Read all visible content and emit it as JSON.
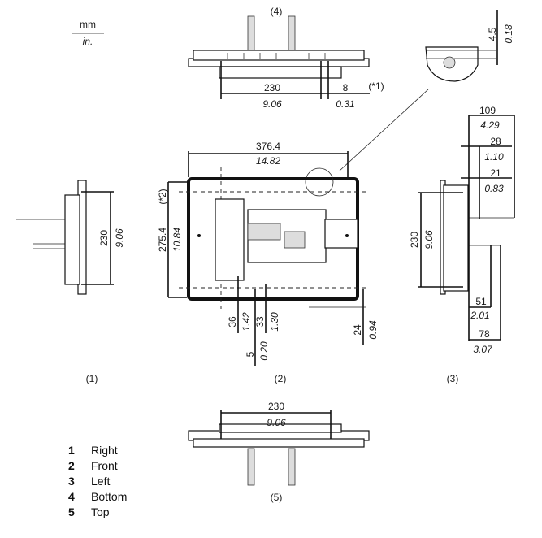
{
  "units": {
    "primary": "mm",
    "secondary": "in."
  },
  "views": {
    "right": {
      "label": "(1)",
      "height_mm": "230",
      "height_in": "9.06"
    },
    "front": {
      "label": "(2)",
      "width_mm": "376.4",
      "width_in": "14.82",
      "height_mm": "275.4",
      "height_in": "10.84",
      "height_note": "(*2)",
      "d1_mm": "36",
      "d1_in": "1.42",
      "d2_mm": "33",
      "d2_in": "1.30",
      "d3_mm": "5",
      "d3_in": "0.20",
      "d4_mm": "24",
      "d4_in": "0.94"
    },
    "left": {
      "label": "(3)",
      "height_mm": "230",
      "height_in": "9.06",
      "depth1_mm": "109",
      "depth1_in": "4.29",
      "depth2_mm": "28",
      "depth2_in": "1.10",
      "depth3_mm": "21",
      "depth3_in": "0.83",
      "depth4_mm": "51",
      "depth4_in": "2.01",
      "depth5_mm": "78",
      "depth5_in": "3.07"
    },
    "bottom": {
      "label": "(4)",
      "width_mm": "230",
      "width_in": "9.06",
      "offset_mm": "8",
      "offset_in": "0.31",
      "note": "(*1)"
    },
    "detail": {
      "thickness_mm": "4.5",
      "thickness_in": "0.18"
    },
    "top": {
      "label": "(5)",
      "width_mm": "230",
      "width_in": "9.06"
    }
  },
  "legend": [
    {
      "num": "1",
      "label": "Right"
    },
    {
      "num": "2",
      "label": "Front"
    },
    {
      "num": "3",
      "label": "Left"
    },
    {
      "num": "4",
      "label": "Bottom"
    },
    {
      "num": "5",
      "label": "Top"
    }
  ]
}
